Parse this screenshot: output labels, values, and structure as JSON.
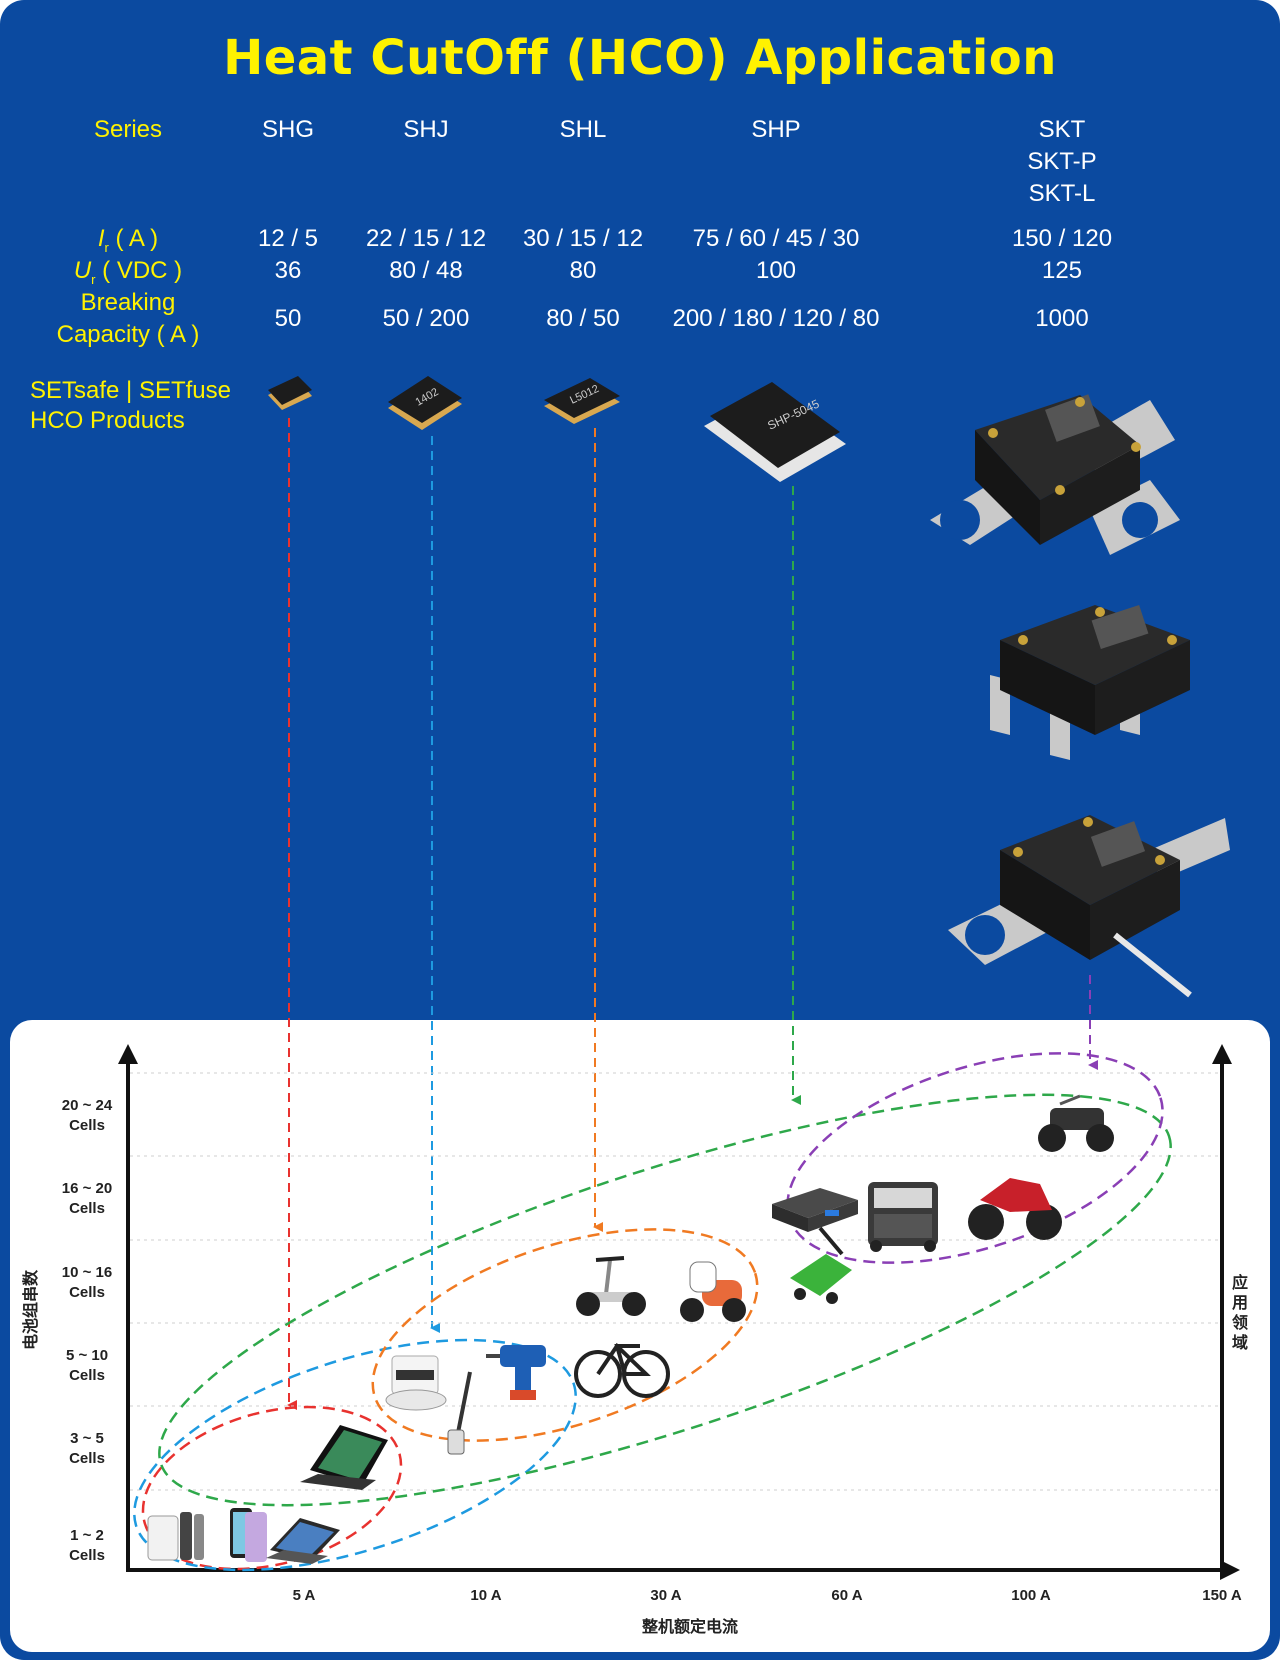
{
  "title": "Heat CutOff (HCO) Application",
  "labels": {
    "series": "Series",
    "ir_sym": "I",
    "ir_sub": "r",
    "ir_unit": " ( A )",
    "ur_sym": "U",
    "ur_sub": "r",
    "ur_unit": " ( VDC )",
    "breaking_1": "Breaking",
    "breaking_2": "Capacity ( A )",
    "products_1": "SETsafe | SETfuse",
    "products_2": "HCO Products"
  },
  "series": [
    {
      "name": "SHG",
      "ir": "12 / 5",
      "ur": "36",
      "breaking": "50",
      "color": "#e8322f"
    },
    {
      "name": "SHJ",
      "ir": "22 / 15 / 12",
      "ur": "80 / 48",
      "breaking": "50 / 200",
      "color": "#1e9ae0"
    },
    {
      "name": "SHL",
      "ir": "30 / 15 / 12",
      "ur": "80",
      "breaking": "80 / 50",
      "color": "#f07a22"
    },
    {
      "name": "SHP",
      "ir": "75 / 60 / 45 / 30",
      "ur": "100",
      "breaking": "200 / 180 / 120 / 80",
      "color": "#2ea84a"
    },
    {
      "name": "SKT",
      "name2": "SKT-P",
      "name3": "SKT-L",
      "ir": "150 / 120",
      "ur": "125",
      "breaking": "1000",
      "color": "#8a3fb5"
    }
  ],
  "chart_data": {
    "type": "scatter",
    "xlabel": "整机额定电流",
    "ylabel": "电池组串数",
    "right_label": "应用领域",
    "x_ticks": [
      "5 A",
      "10 A",
      "30 A",
      "60 A",
      "100 A",
      "150 A"
    ],
    "y_ticks": [
      {
        "l1": "1 ~ 2",
        "l2": "Cells"
      },
      {
        "l1": "3 ~ 5",
        "l2": "Cells"
      },
      {
        "l1": "5 ~ 10",
        "l2": "Cells"
      },
      {
        "l1": "10 ~ 16",
        "l2": "Cells"
      },
      {
        "l1": "16 ~ 20",
        "l2": "Cells"
      },
      {
        "l1": "20 ~ 24",
        "l2": "Cells"
      }
    ],
    "regions": [
      "SHG",
      "SHJ",
      "SHL",
      "SHP",
      "SKT"
    ]
  },
  "icons": [
    "power-bank-icon",
    "phone-icon",
    "laptop-icon",
    "tablet-icon",
    "robot-vacuum-icon",
    "wet-vacuum-icon",
    "drill-icon",
    "bicycle-icon",
    "balance-scooter-icon",
    "e-scooter-icon",
    "lawn-mower-icon",
    "ups-icon",
    "power-station-icon",
    "motorcycle-icon",
    "atv-icon"
  ]
}
